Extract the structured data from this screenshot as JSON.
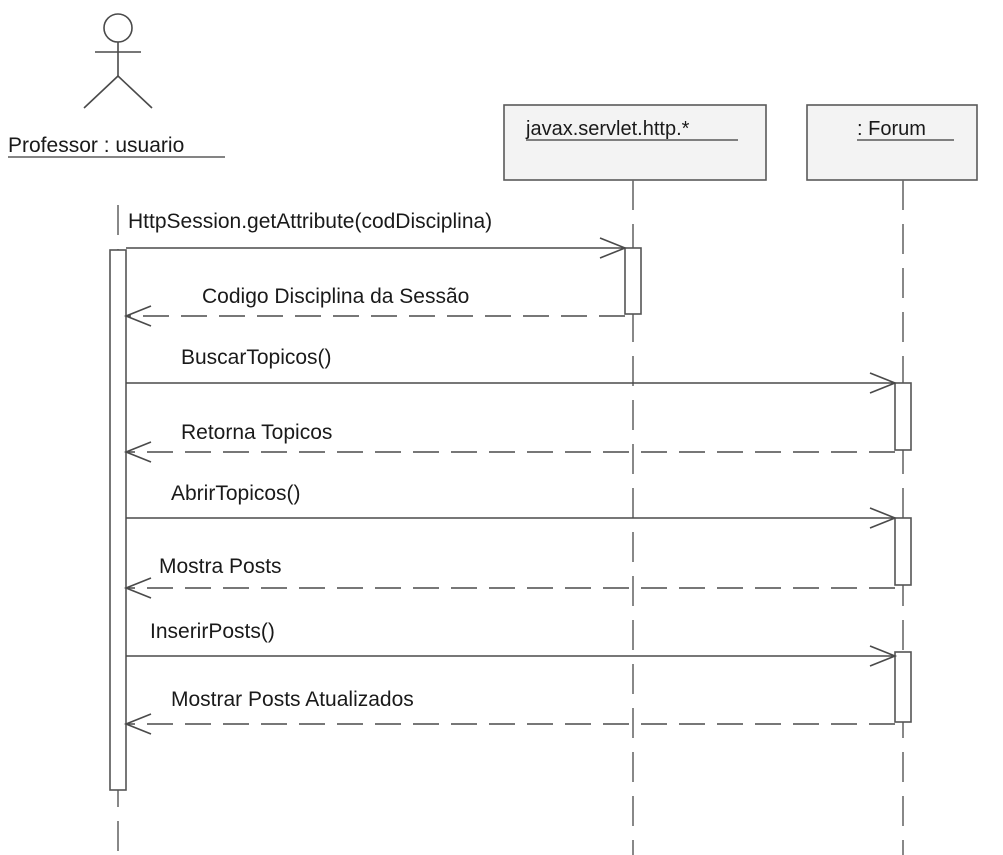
{
  "diagram": {
    "actor": {
      "name": "Professor : usuario",
      "icon": "stick-figure-icon"
    },
    "objects": [
      {
        "id": "servlet",
        "name": "javax.servlet.http.*"
      },
      {
        "id": "forum",
        "name": ": Forum"
      }
    ],
    "messages": [
      {
        "label": "HttpSession.getAttribute(codDisciplina)",
        "kind": "call",
        "from": "actor",
        "to": "servlet"
      },
      {
        "label": "Codigo Disciplina da Sessão",
        "kind": "return",
        "from": "servlet",
        "to": "actor"
      },
      {
        "label": "BuscarTopicos()",
        "kind": "call",
        "from": "actor",
        "to": "forum"
      },
      {
        "label": "Retorna Topicos",
        "kind": "return",
        "from": "forum",
        "to": "actor"
      },
      {
        "label": "AbrirTopicos()",
        "kind": "call",
        "from": "actor",
        "to": "forum"
      },
      {
        "label": "Mostra Posts",
        "kind": "return",
        "from": "forum",
        "to": "actor"
      },
      {
        "label": "InserirPosts()",
        "kind": "call",
        "from": "actor",
        "to": "forum"
      },
      {
        "label": "Mostrar Posts Atualizados",
        "kind": "return",
        "from": "forum",
        "to": "actor"
      }
    ]
  }
}
